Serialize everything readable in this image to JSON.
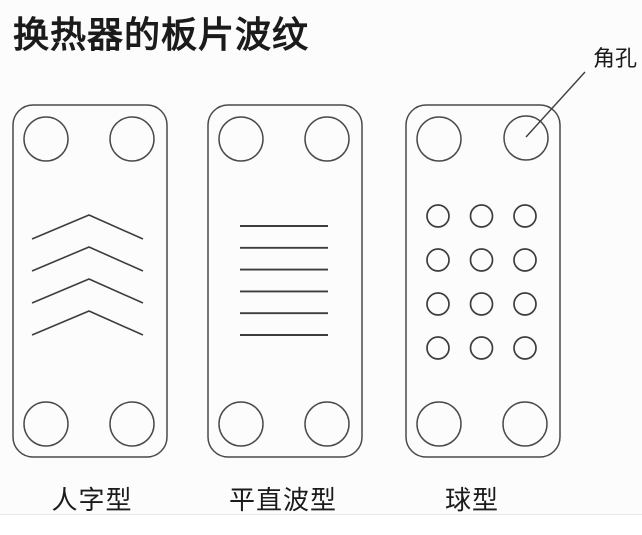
{
  "page": {
    "title": "换热器的板片波纹",
    "background": "#fcfcfc",
    "line_color": "#4a4a4a",
    "pattern_line_color": "#3d3d3d",
    "text_color": "#1b1b1b"
  },
  "annotation": {
    "label": "角孔",
    "target": "top-right-corner-hole-of-ball-plate"
  },
  "plates": [
    {
      "id": "herringbone",
      "label": "人字型",
      "pattern": "chevron",
      "chevron_count": 4,
      "corner_holes": 4
    },
    {
      "id": "flat-straight-wave",
      "label": "平直波型",
      "pattern": "horizontal-lines",
      "line_count": 6,
      "corner_holes": 4
    },
    {
      "id": "ball",
      "label": "球型",
      "pattern": "circle-grid",
      "rows": 4,
      "cols": 3,
      "corner_holes": 4
    }
  ]
}
